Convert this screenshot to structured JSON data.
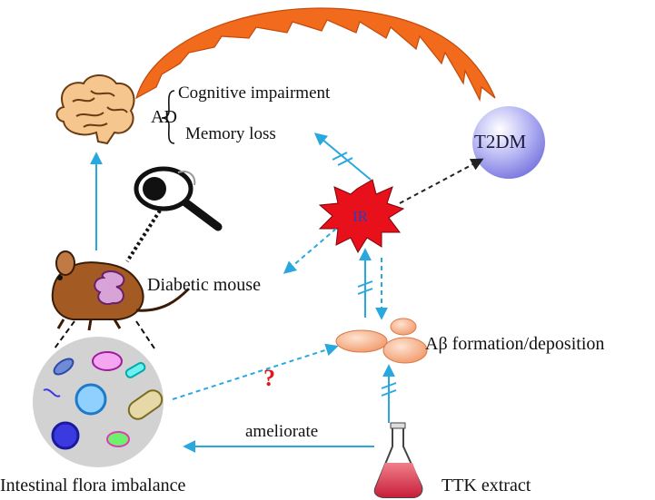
{
  "nodes": {
    "ad": "AD",
    "cognitive": "Cognitive impairment",
    "memory": "Memory loss",
    "t2dm": "T2DM",
    "ir": "IR",
    "mouse": "Diabetic mouse",
    "abeta": "Aβ  formation/deposition",
    "flora": "Intestinal flora imbalance",
    "ttk": "TTK extract"
  },
  "edges": {
    "ameliorate": "ameliorate",
    "unknown": "?"
  },
  "colors": {
    "arrow_blue": "#29a8e0",
    "dashed_black": "#222222",
    "lightning": "#f26a1b",
    "t2dm_sphere": "#a7a6ef",
    "ir_star": "#e8101a",
    "ir_text": "#2a3fbf",
    "abeta_cells": "#f7b58c",
    "question": "#e0191e",
    "flora_circle": "#d2d2d2"
  },
  "icons": [
    "brain-icon",
    "magnifier-icon",
    "mouse-icon",
    "flask-icon",
    "bacteria-icon",
    "lightning-icon"
  ]
}
